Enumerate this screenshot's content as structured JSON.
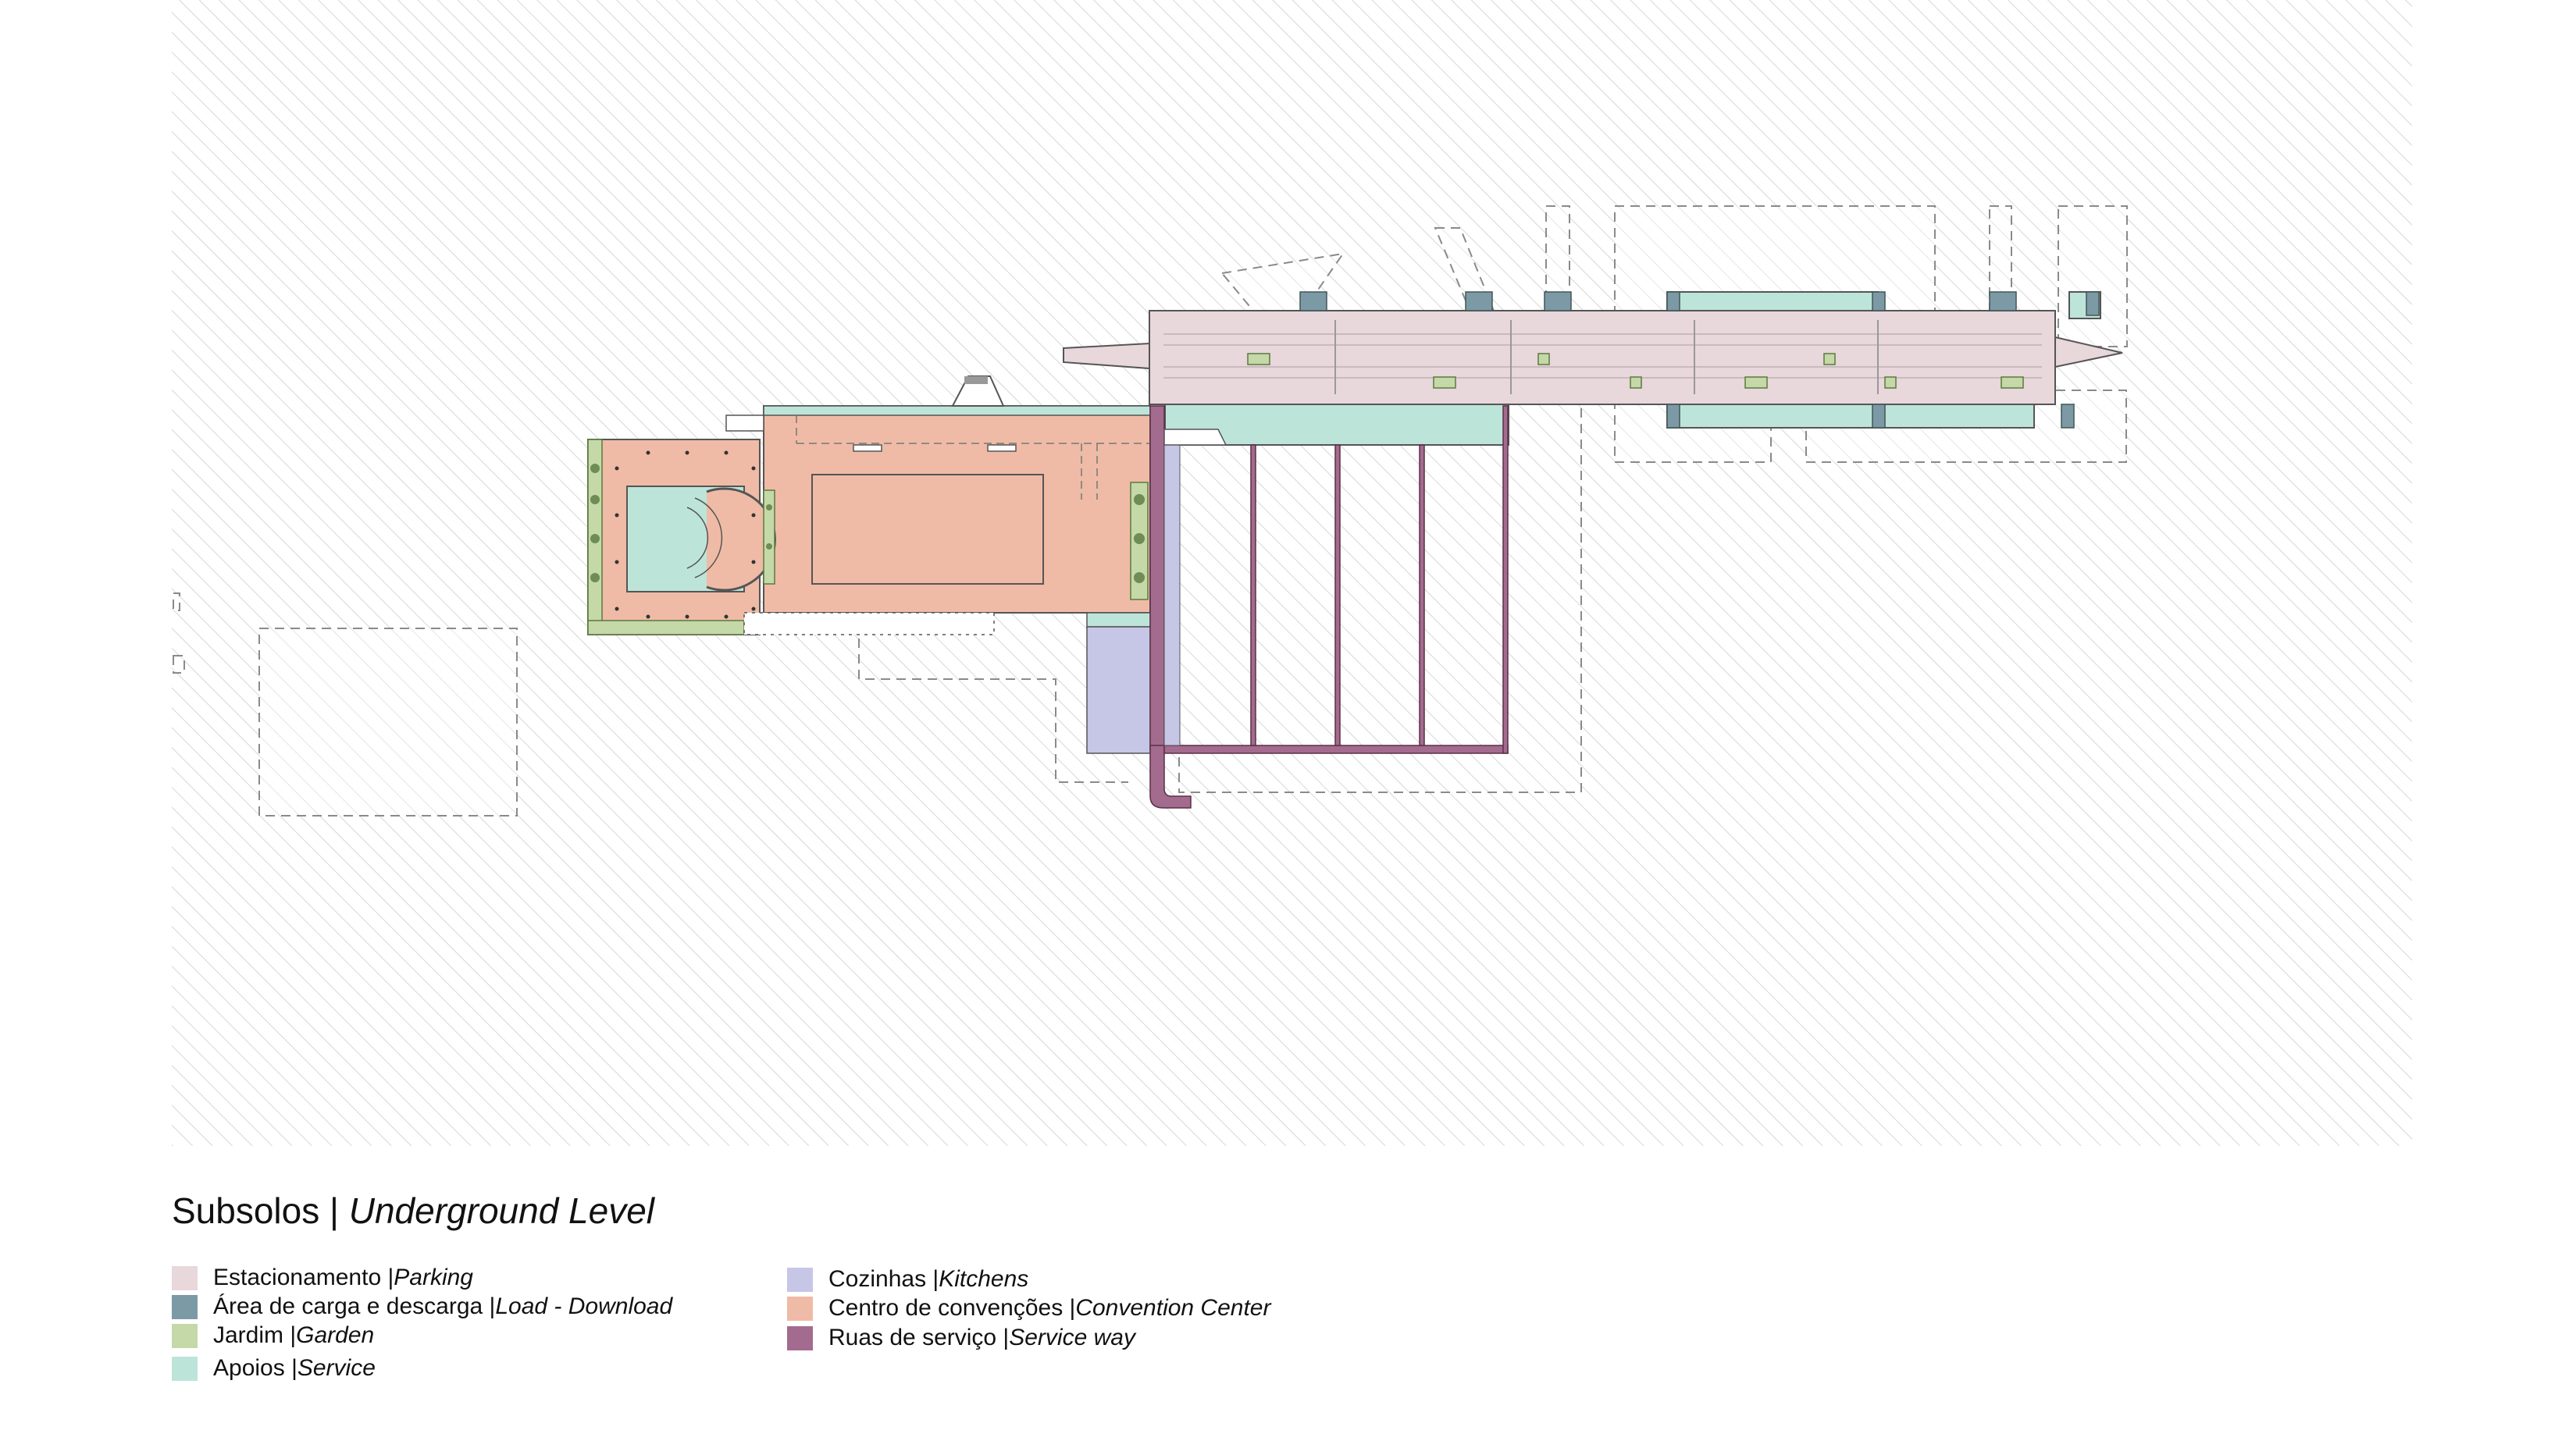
{
  "legend": {
    "title": "Subsolos | ",
    "title_en": "Underground Level",
    "items": [
      {
        "pt": "Estacionamento | ",
        "en": "Parking",
        "color": "#e8d7db"
      },
      {
        "pt": "Área de carga e descarga | ",
        "en": "Load - Download",
        "color": "#7b9aa6"
      },
      {
        "pt": "Jardim | ",
        "en": "Garden",
        "color": "#c4d8a8"
      },
      {
        "pt": "Apoios | ",
        "en": "Service",
        "color": "#bde4d9"
      },
      {
        "pt": "Cozinhas | ",
        "en": "Kitchens",
        "color": "#c6c6e6"
      },
      {
        "pt": "Centro de convenções | ",
        "en": "Convention Center",
        "color": "#efbba6"
      },
      {
        "pt": "Ruas de serviço | ",
        "en": "Service way",
        "color": "#a36b8e"
      }
    ]
  },
  "colors": {
    "hatch": "#cfcfcf",
    "outline": "#555555",
    "dashed": "#8a8a8a"
  }
}
